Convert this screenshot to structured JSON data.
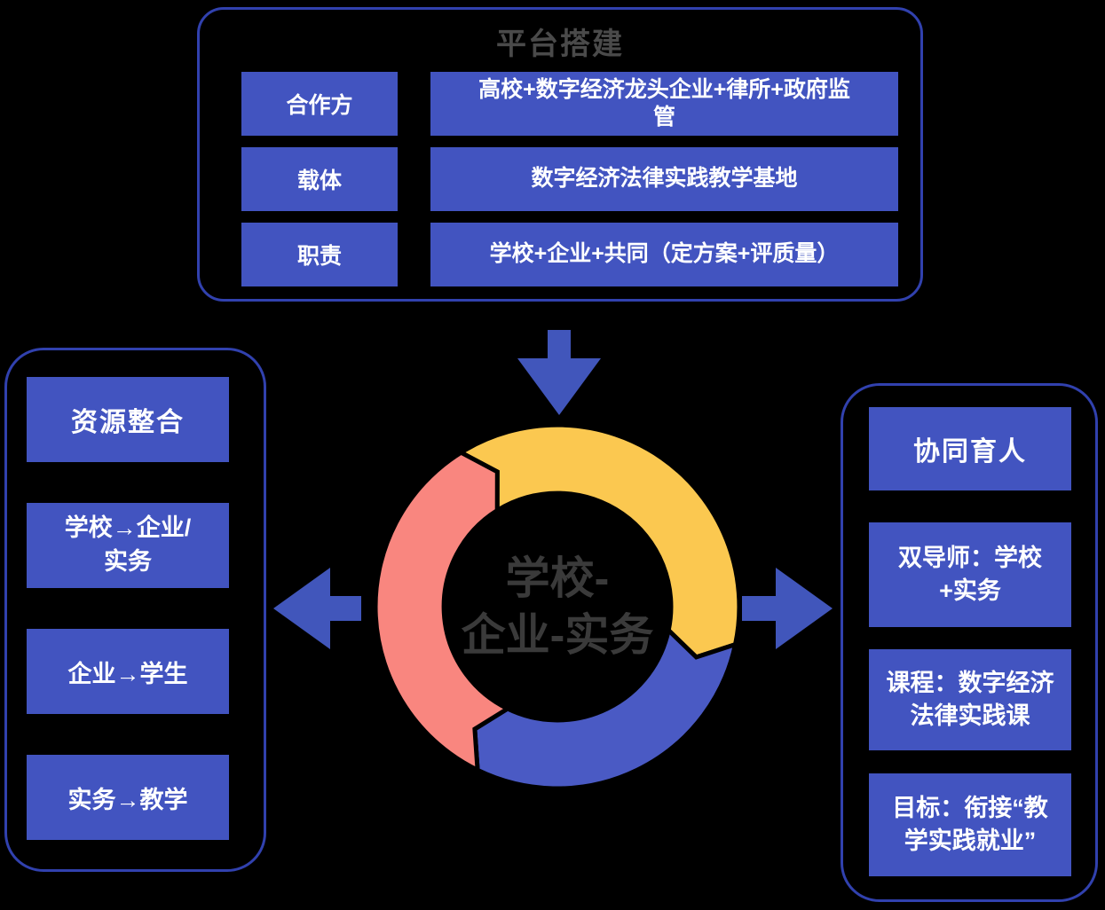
{
  "colors": {
    "background": "#000000",
    "panel_border": "#3141ae",
    "box_blue": "#4254c0",
    "arrow_blue": "#4156bb",
    "donut_yellow": "#fbc850",
    "donut_red": "#f9867f",
    "donut_blue": "#4a5ac4",
    "title_gray": "#4a4a4a",
    "center_text_gray": "#3a3a3a"
  },
  "top_box": {
    "title": "平台搭建",
    "rows": [
      {
        "label": "合作方",
        "content": "高校+数字经济龙头企业+律所+政府监管"
      },
      {
        "label": "载体",
        "content": "数字经济法律实践教学基地"
      },
      {
        "label": "职责",
        "content": "学校+企业+共同（定方案+评质量）"
      }
    ]
  },
  "left_panel": {
    "title": "资源整合",
    "items": [
      "学校→企业/实务",
      "企业→学生",
      "实务→教学"
    ]
  },
  "right_panel": {
    "title": "协同育人",
    "items": [
      "双导师：学校+实务",
      "课程：数字经济法律实践课",
      "目标：衔接“教学实践就业”"
    ]
  },
  "center_cycle": {
    "line1": "学校-",
    "line2": "企业-实务"
  }
}
